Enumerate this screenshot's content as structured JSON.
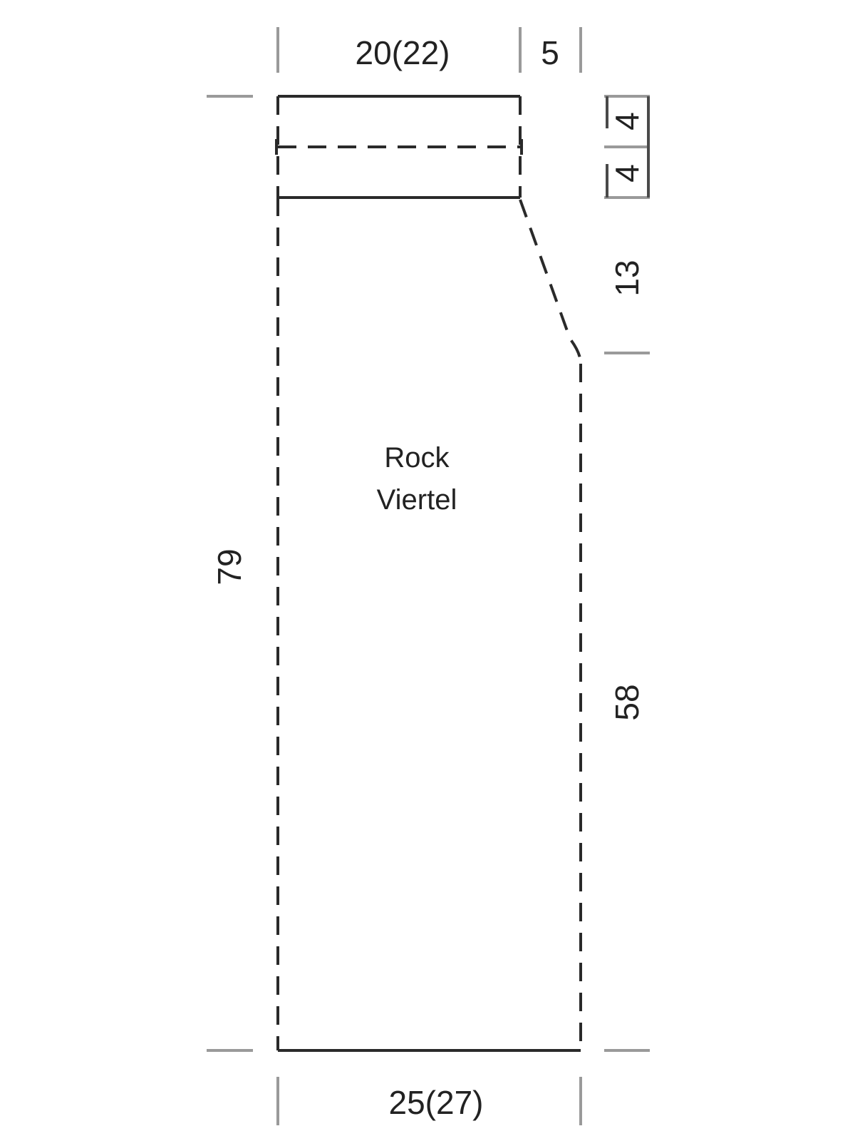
{
  "piece": {
    "title_line1": "Rock",
    "title_line2": "Viertel"
  },
  "dimensions": {
    "top_width": "20(22)",
    "top_extension": "5",
    "waistband_upper": "4",
    "waistband_lower": "4",
    "hip_shaping": "13",
    "total_length": "79",
    "side_length": "58",
    "bottom_width": "25(27)"
  },
  "colors": {
    "line": "#2a2a2a",
    "tick": "#9a9a9a",
    "text": "#222222"
  }
}
